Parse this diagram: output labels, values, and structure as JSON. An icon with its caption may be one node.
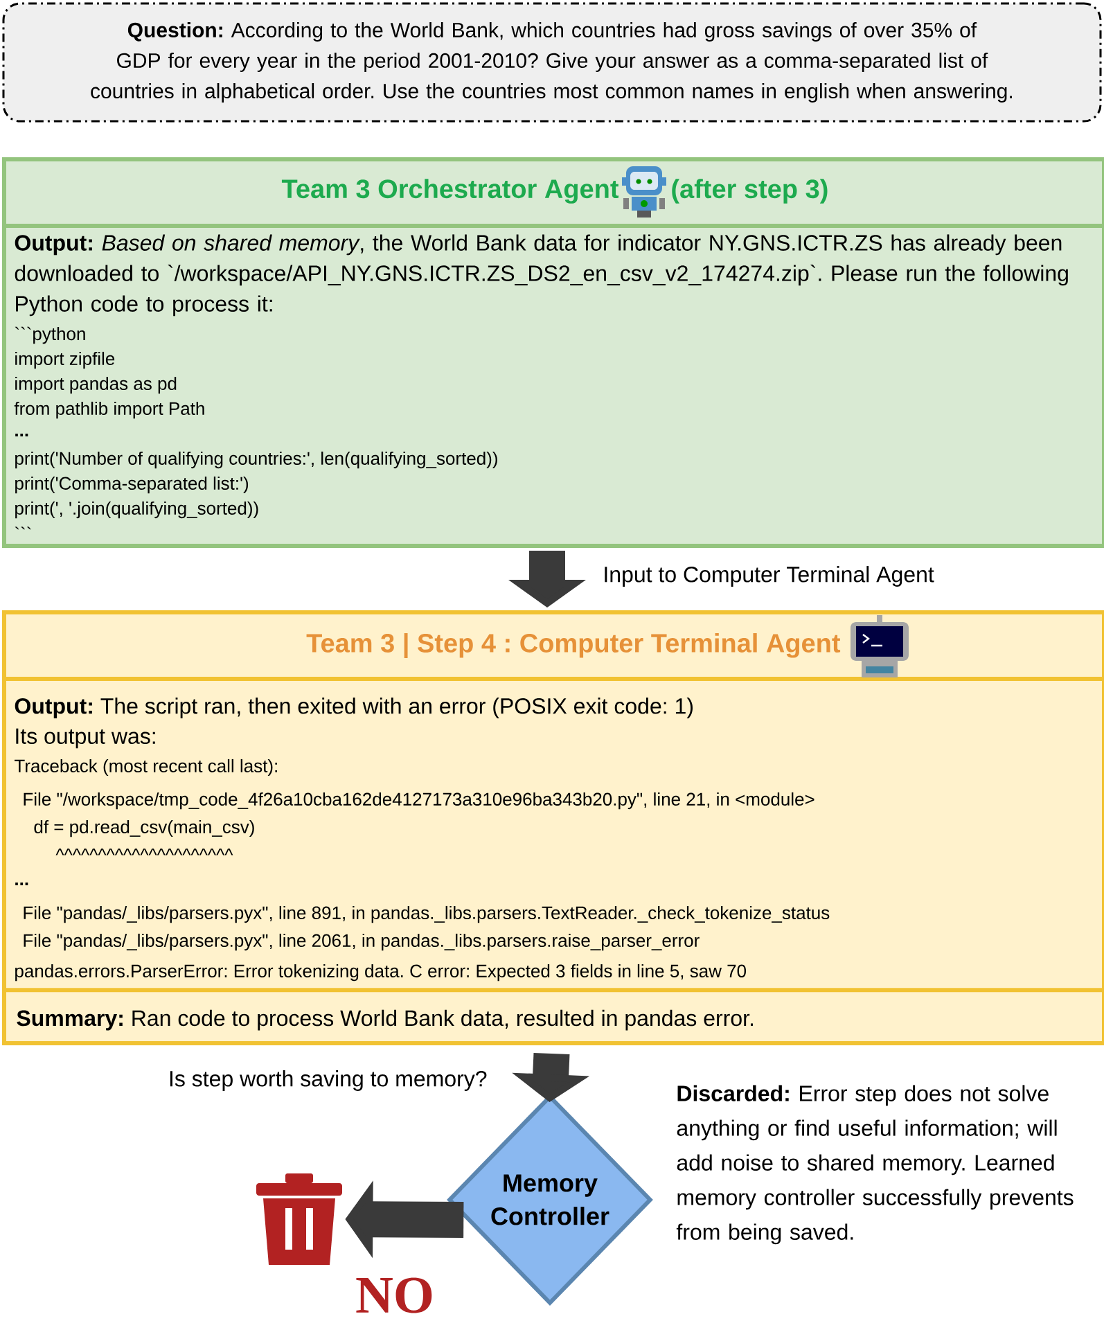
{
  "diagram": {
    "nodes": [
      {
        "text": [
          "**Question:** According to the World Bank, which countries had gross savings of over 35% of GDP for every year in the period 2001-2010? Give your answer as a comma-separated list of countries in alphabetical order. Use the countries most common names in english when answering."
        ]
      },
      {
        "text": [
          "Team 3 Orchestrator Agent",
          "(after step 3)",
          "**Output:** *Based on shared memory*, the World Bank data for indicator NY.GNS.ICTR.ZS has already been downloaded to `/workspace/API_NY.GNS.ICTR.ZS_DS2_en_csv_v2_174274.zip`. Please run the following Python code to process it:",
          "```python",
          "import zipfile",
          "import pandas as pd",
          "from pathlib import Path",
          "...",
          "print('Number of qualifying countries:', len(qualifying_sorted))",
          "print('Comma-separated list:')",
          "print(', '.join(qualifying_sorted))",
          "```"
        ]
      },
      {
        "text": [
          "Team 3 | Step 4 : Computer Terminal Agent",
          "**Output:** The script ran, then exited with an error (POSIX exit code: 1)",
          "Its output was:",
          "Traceback (most recent call last):",
          "File \"/workspace/tmp_code_4f26a10cba162de4127173a310e96ba343b20.py\", line 21, in <module>",
          "df = pd.read_csv(main_csv)",
          "^^^^^^^^^^^^^^^^^^^^^",
          "...",
          "File \"pandas/_libs/parsers.pyx\", line 891, in pandas._libs.parsers.TextReader._check_tokenize_status",
          "File \"pandas/_libs/parsers.pyx\", line 2061, in pandas._libs.parsers.raise_parser_error",
          "pandas.errors.ParserError: Error tokenizing data. C error: Expected 3 fields in line 5, saw 70"
        ]
      },
      {
        "text": [
          "**Summary:** Ran code to process World Bank data, resulted in pandas error."
        ],
        "in": 2
      },
      {
        "text": [
          "Memory Controller"
        ]
      },
      {
        "text": [],
        "shape": "picture"
      }
    ],
    "edges": [
      {
        "from": 1,
        "to": 2,
        "arrow": "to",
        "label": "Input to Computer Terminal Agent"
      },
      {
        "from": 2,
        "to": 4,
        "arrow": "to",
        "label": "Is step worth saving to memory?"
      },
      {
        "from": 4,
        "to": 5,
        "arrow": "to",
        "label": "NO"
      }
    ],
    "labels": [
      "**Discarded:** Error step does not solve anything or find useful information; will add noise to shared memory. Learned memory controller successfully prevents from being saved."
    ]
  }
}
